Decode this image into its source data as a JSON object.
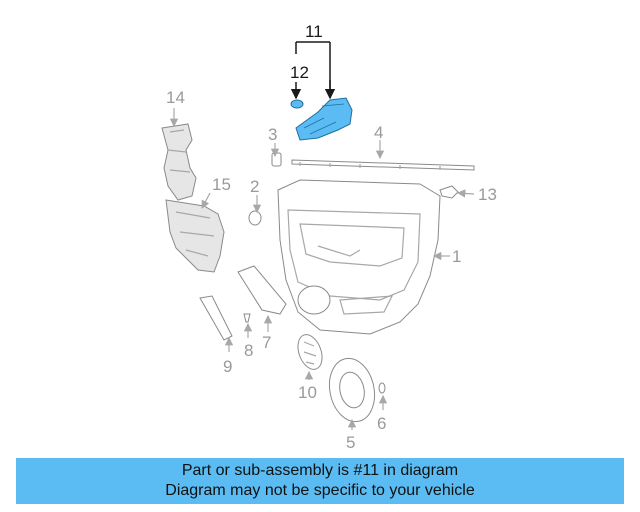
{
  "diagram": {
    "callouts": [
      "1",
      "2",
      "3",
      "4",
      "5",
      "6",
      "7",
      "8",
      "9",
      "10",
      "11",
      "12",
      "13",
      "14",
      "15"
    ],
    "highlight_color": "#5bbcf3",
    "highlighted_part": "11"
  },
  "banner": {
    "line1": "Part or sub-assembly is #11 in diagram",
    "line2": "Diagram may not be specific to your vehicle",
    "background": "#5bbcf3"
  }
}
